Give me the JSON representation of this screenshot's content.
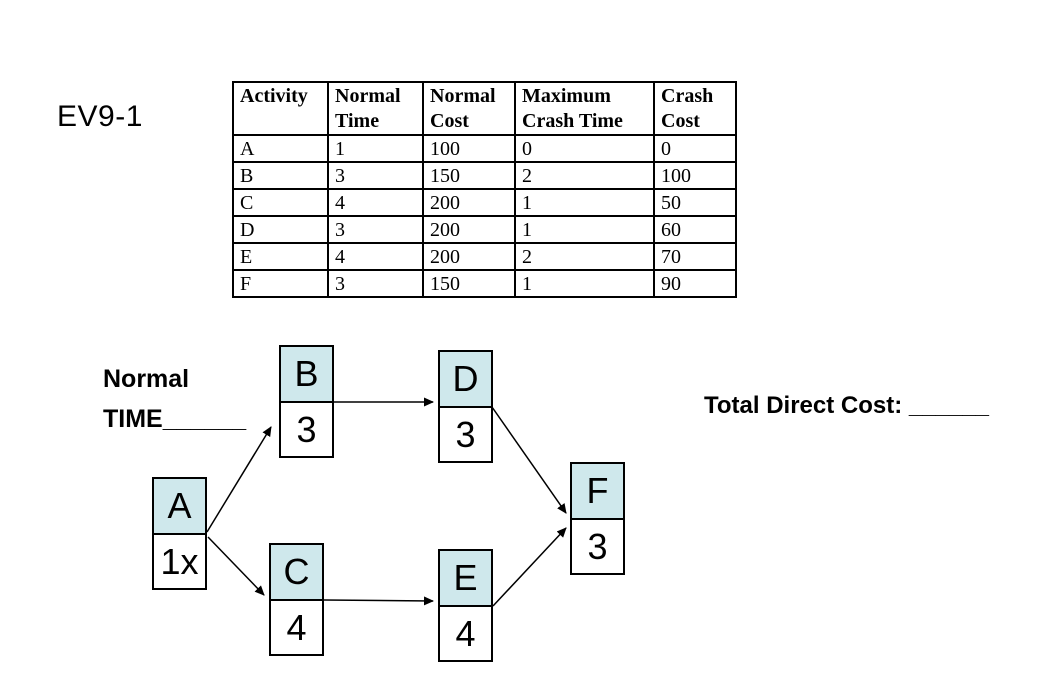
{
  "page": {
    "title": "EV9-1"
  },
  "labels": {
    "normal_line1": "Normal",
    "normal_line2": "TIME",
    "normal_blank": "______",
    "total_cost_label": "Total Direct Cost:",
    "total_cost_blank": "______"
  },
  "table": {
    "headers": [
      "Activity",
      "Normal Time",
      "Normal Cost",
      "Maximum Crash Time",
      "Crash Cost"
    ],
    "rows": [
      [
        "A",
        "1",
        "100",
        "0",
        "0"
      ],
      [
        "B",
        "3",
        "150",
        "2",
        "100"
      ],
      [
        "C",
        "4",
        "200",
        "1",
        "50"
      ],
      [
        "D",
        "3",
        "200",
        "1",
        "60"
      ],
      [
        "E",
        "4",
        "200",
        "2",
        "70"
      ],
      [
        "F",
        "3",
        "150",
        "1",
        "90"
      ]
    ]
  },
  "diagram": {
    "node_fill": "#cfe8ec",
    "border_color": "#000000",
    "nodes": [
      {
        "id": "A",
        "label": "A",
        "value": "1x"
      },
      {
        "id": "B",
        "label": "B",
        "value": "3"
      },
      {
        "id": "C",
        "label": "C",
        "value": "4"
      },
      {
        "id": "D",
        "label": "D",
        "value": "3"
      },
      {
        "id": "E",
        "label": "E",
        "value": "4"
      },
      {
        "id": "F",
        "label": "F",
        "value": "3"
      }
    ],
    "edges": [
      {
        "from": "A",
        "to": "B"
      },
      {
        "from": "A",
        "to": "C"
      },
      {
        "from": "B",
        "to": "D"
      },
      {
        "from": "C",
        "to": "E"
      },
      {
        "from": "D",
        "to": "F"
      },
      {
        "from": "E",
        "to": "F"
      }
    ]
  }
}
